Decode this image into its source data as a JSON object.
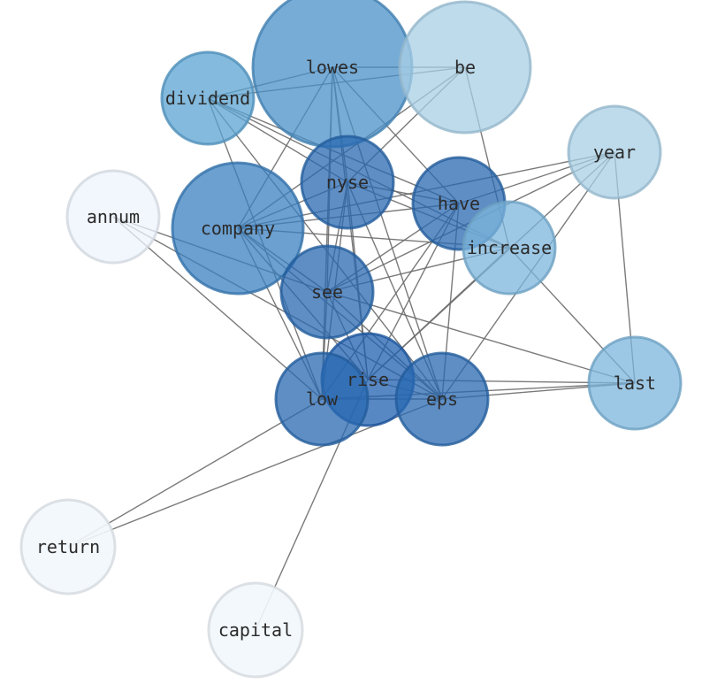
{
  "nodes": [
    {
      "id": "lowes",
      "label": "lowes",
      "color": "#4a90c8"
    },
    {
      "id": "be",
      "label": "be",
      "color": "#a8cfe6"
    },
    {
      "id": "dividend",
      "label": "dividend",
      "color": "#5aa3d2"
    },
    {
      "id": "year",
      "label": "year",
      "color": "#a8cfe6"
    },
    {
      "id": "nyse",
      "label": "nyse",
      "color": "#2868b0"
    },
    {
      "id": "have",
      "label": "have",
      "color": "#2868b0"
    },
    {
      "id": "annum",
      "label": "annum",
      "color": "#eef4fc"
    },
    {
      "id": "company",
      "label": "company",
      "color": "#3a80c0"
    },
    {
      "id": "increase",
      "label": "increase",
      "color": "#7cb6dc"
    },
    {
      "id": "see",
      "label": "see",
      "color": "#2868b0"
    },
    {
      "id": "rise",
      "label": "rise",
      "color": "#2060b0"
    },
    {
      "id": "low",
      "label": "low",
      "color": "#2868b0"
    },
    {
      "id": "eps",
      "label": "eps",
      "color": "#2868b0"
    },
    {
      "id": "last",
      "label": "last",
      "color": "#7cb6dc"
    },
    {
      "id": "return",
      "label": "return",
      "color": "#f2f7fd"
    },
    {
      "id": "capital",
      "label": "capital",
      "color": "#f2f7fd"
    }
  ],
  "edges": [
    [
      "lowes",
      "be"
    ],
    [
      "lowes",
      "dividend"
    ],
    [
      "lowes",
      "nyse"
    ],
    [
      "lowes",
      "have"
    ],
    [
      "lowes",
      "see"
    ],
    [
      "lowes",
      "rise"
    ],
    [
      "lowes",
      "low"
    ],
    [
      "lowes",
      "eps"
    ],
    [
      "lowes",
      "company"
    ],
    [
      "be",
      "dividend"
    ],
    [
      "be",
      "nyse"
    ],
    [
      "be",
      "company"
    ],
    [
      "be",
      "increase"
    ],
    [
      "dividend",
      "have"
    ],
    [
      "dividend",
      "increase"
    ],
    [
      "dividend",
      "low"
    ],
    [
      "dividend",
      "nyse"
    ],
    [
      "dividend",
      "eps"
    ],
    [
      "year",
      "have"
    ],
    [
      "year",
      "see"
    ],
    [
      "year",
      "rise"
    ],
    [
      "year",
      "eps"
    ],
    [
      "year",
      "last"
    ],
    [
      "year",
      "company"
    ],
    [
      "nyse",
      "company"
    ],
    [
      "nyse",
      "have"
    ],
    [
      "nyse",
      "see"
    ],
    [
      "nyse",
      "rise"
    ],
    [
      "nyse",
      "low"
    ],
    [
      "nyse",
      "eps"
    ],
    [
      "nyse",
      "increase"
    ],
    [
      "have",
      "company"
    ],
    [
      "have",
      "see"
    ],
    [
      "have",
      "rise"
    ],
    [
      "have",
      "low"
    ],
    [
      "have",
      "eps"
    ],
    [
      "annum",
      "low"
    ],
    [
      "annum",
      "eps"
    ],
    [
      "annum",
      "see"
    ],
    [
      "company",
      "increase"
    ],
    [
      "company",
      "see"
    ],
    [
      "company",
      "low"
    ],
    [
      "company",
      "rise"
    ],
    [
      "company",
      "eps"
    ],
    [
      "increase",
      "see"
    ],
    [
      "increase",
      "rise"
    ],
    [
      "increase",
      "last"
    ],
    [
      "see",
      "rise"
    ],
    [
      "see",
      "low"
    ],
    [
      "see",
      "eps"
    ],
    [
      "see",
      "last"
    ],
    [
      "rise",
      "last"
    ],
    [
      "rise",
      "eps"
    ],
    [
      "low",
      "eps"
    ],
    [
      "low",
      "last"
    ],
    [
      "low",
      "return"
    ],
    [
      "eps",
      "last"
    ],
    [
      "eps",
      "return"
    ],
    [
      "rise",
      "capital"
    ]
  ]
}
